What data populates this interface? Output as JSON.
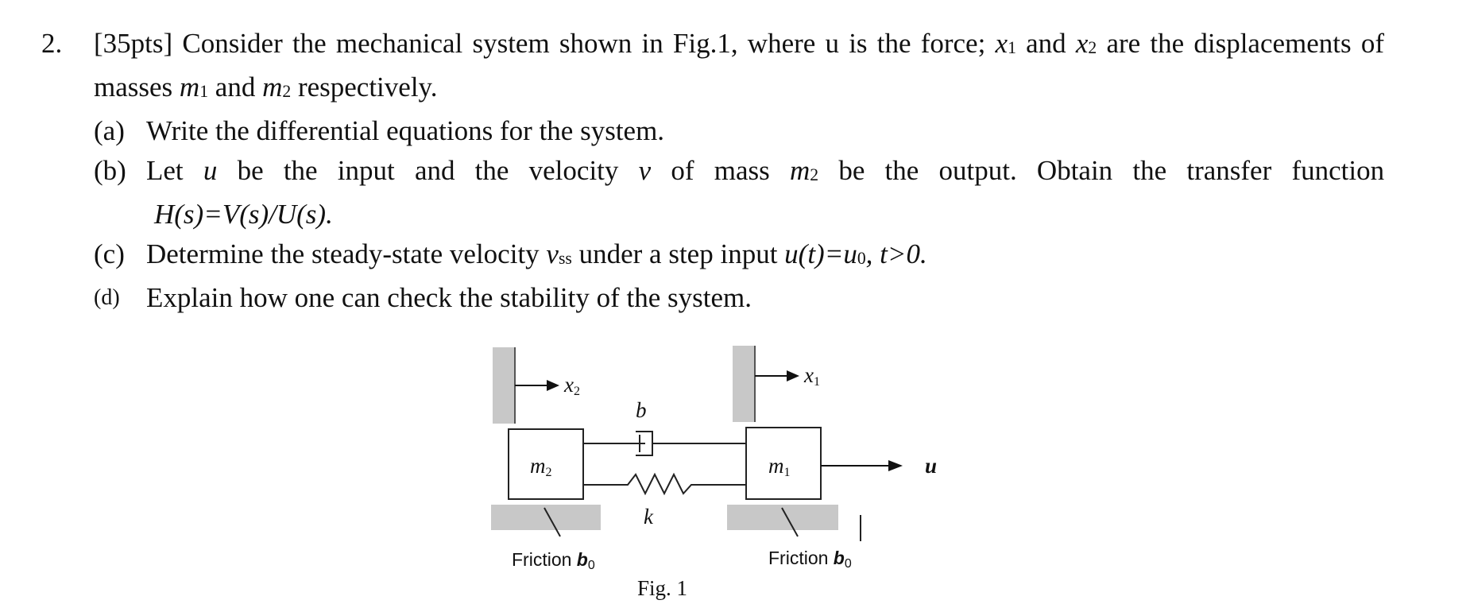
{
  "problem": {
    "number": "2.",
    "points": "[35pts]",
    "stem_a": "Consider the mechanical system shown in Fig.1, where u is the force;",
    "x1": "x",
    "x1_sub": "1",
    "and_word": "and",
    "x2": "x",
    "x2_sub": "2",
    "stem_b": "are the",
    "stem_c": "displacements of masses",
    "m1": "m",
    "m1_sub": "1",
    "m2": "m",
    "m2_sub": "2",
    "stem_d": "respectively."
  },
  "parts": [
    {
      "label": "(a)",
      "text": "Write the differential equations for the system."
    },
    {
      "label": "(b)",
      "text_1": "Let",
      "u": "u",
      "text_2": "be the input and the velocity",
      "v": "v",
      "text_3": "of mass",
      "m": "m",
      "m_sub": "2",
      "text_4": "be the output. Obtain the transfer function",
      "continuation": "H(s)=V(s)/U(s)."
    },
    {
      "label": "(c)",
      "text_1": "Determine the steady-state velocity",
      "v": "v",
      "v_sub": "ss",
      "text_2": "under a step input",
      "expr_1": "u(t)=u",
      "expr_sub": "0",
      "expr_2": ", t>0."
    },
    {
      "label": "(d)",
      "text": "Explain how one can check the stability of the system."
    }
  ],
  "figure": {
    "x2_label": "x",
    "x2_sub": "2",
    "x1_label": "x",
    "x1_sub": "1",
    "b_label": "b",
    "k_label": "k",
    "m2_label": "m",
    "m2_sub": "2",
    "m1_label": "m",
    "m1_sub": "1",
    "u_label": "u",
    "friction_left": "Friction",
    "friction_left_b": "b",
    "friction_left_sub": "0",
    "friction_right": "Friction",
    "friction_right_b": "b",
    "friction_right_sub": "0",
    "caption": "Fig. 1"
  }
}
